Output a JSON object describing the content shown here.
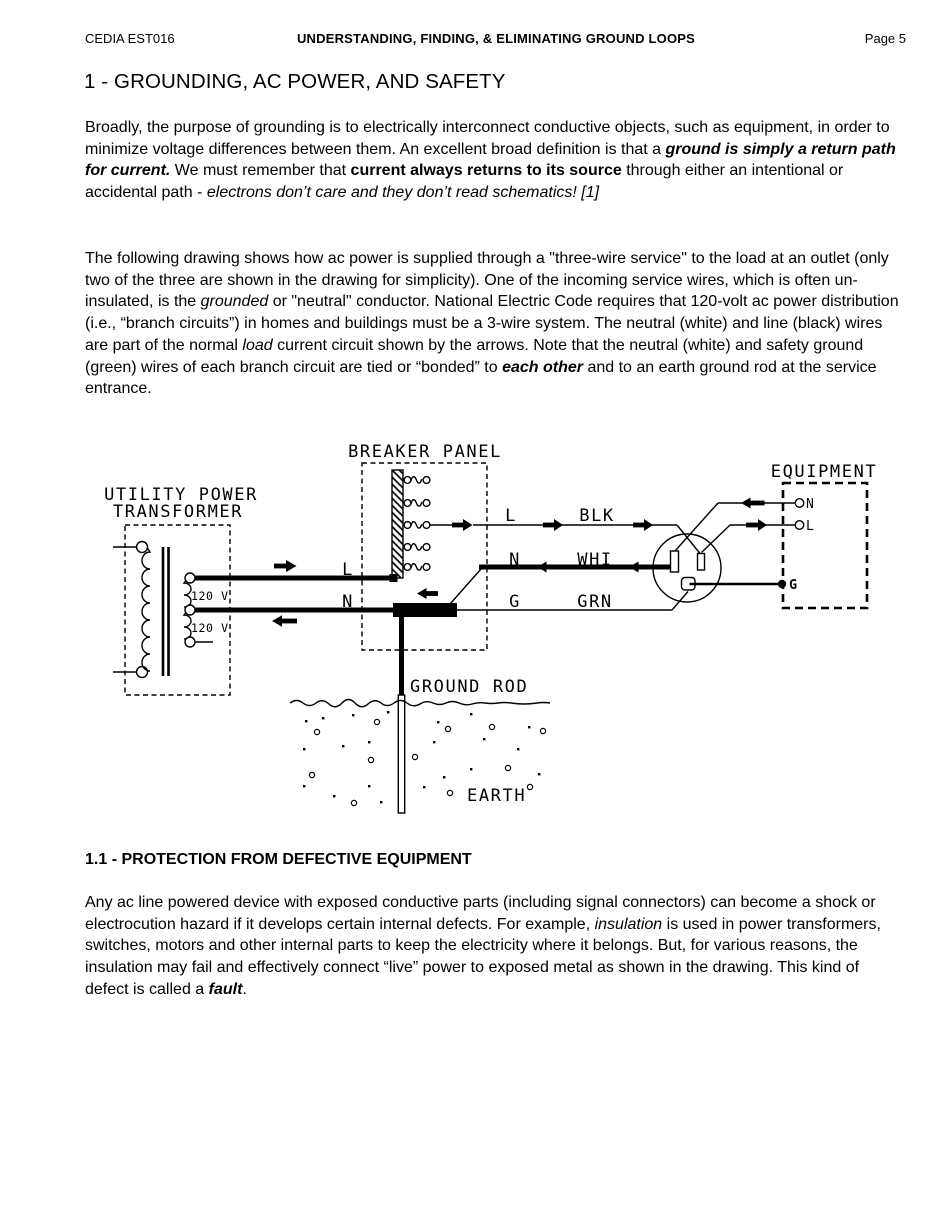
{
  "page": {
    "background": "#ffffff",
    "text_color": "#000000"
  },
  "header": {
    "doc_id": "CEDIA EST016",
    "title": "UNDERSTANDING, FINDING, & ELIMINATING GROUND LOOPS",
    "page_label": "Page 5"
  },
  "section_title": "1 - GROUNDING, AC POWER, AND SAFETY",
  "subsection_title": "1.1 - PROTECTION FROM DEFECTIVE EQUIPMENT",
  "paragraphs": {
    "p1": {
      "runs": [
        {
          "t": "Broadly, the purpose of grounding is to electrically interconnect conductive objects, such as equipment, in order to minimize voltage differences between them. An excellent broad definition is that a "
        },
        {
          "t": "ground is simply a return path for current.",
          "b": 1,
          "i": 1
        },
        {
          "t": " We must remember that "
        },
        {
          "t": "current always returns to its source",
          "b": 1
        },
        {
          "t": " through either an intentional or accidental path - "
        },
        {
          "t": "electrons don’t care and they don’t read schematics! [1]",
          "i": 1
        }
      ]
    },
    "p2": {
      "runs": [
        {
          "t": "The following drawing shows how ac power is supplied through a \"three-wire service\" to the load at an outlet (only two of the three are shown in the drawing for simplicity). One of the incoming service wires, which is often un-insulated, is the "
        },
        {
          "t": "grounded",
          "i": 1
        },
        {
          "t": " or \"neutral\" conductor. National Electric Code requires that 120-volt ac power distribution (i.e., “branch circuits”) in homes and buildings must be a 3-wire system. The neutral (white) and line (black) wires are part of the normal "
        },
        {
          "t": "load",
          "i": 1
        },
        {
          "t": " current circuit shown by the arrows. Note that the neutral (white) and safety ground (green) wires of each branch circuit are tied or “bonded” to "
        },
        {
          "t": "each other",
          "b": 1,
          "i": 1
        },
        {
          "t": " and to an earth ground rod at the service entrance."
        }
      ]
    },
    "p3": {
      "runs": [
        {
          "t": "Any ac line powered device with exposed conductive parts (including signal connectors) can become a shock or electrocution hazard if it develops certain internal defects. For example, "
        },
        {
          "t": "insulation",
          "i": 1
        },
        {
          "t": " is used in power transformers, switches, motors and other internal parts to keep the electricity where it belongs. But, for various reasons, the insulation may fail and effectively connect “live” power to exposed metal as shown in the drawing. This kind of defect is called a "
        },
        {
          "t": "fault",
          "b": 1,
          "i": 1
        },
        {
          "t": "."
        }
      ]
    }
  },
  "diagram": {
    "labels": {
      "utility_line1": "UTILITY POWER",
      "utility_line2": "TRANSFORMER",
      "breaker_panel": "BREAKER PANEL",
      "equipment": "EQUIPMENT",
      "ground_rod": "GROUND ROD",
      "earth": "EARTH",
      "v120_a": "120 V",
      "v120_b": "120 V",
      "line_in": "L",
      "neutral_in": "N",
      "line_branch": "L",
      "blk": "BLK",
      "neutral_branch": "N",
      "whi": "WHI",
      "ground_branch": "G",
      "grn": "GRN",
      "eq_n": "N",
      "eq_l": "L",
      "eq_g": "G"
    }
  }
}
